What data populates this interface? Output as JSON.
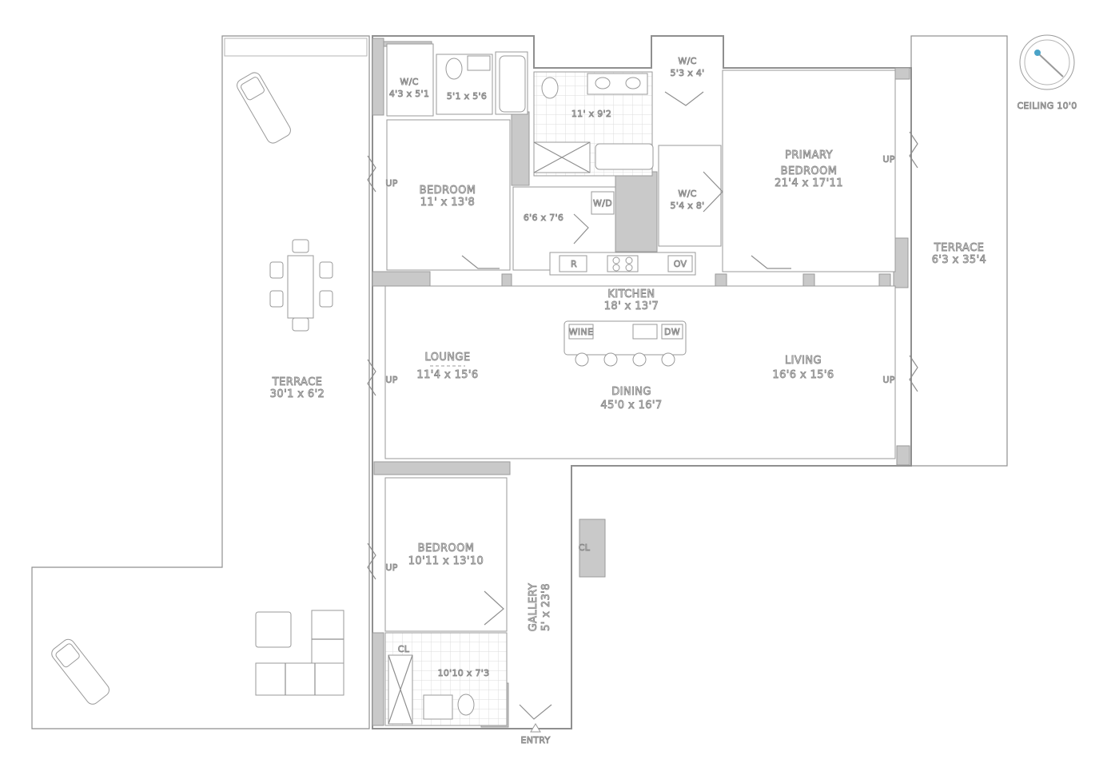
{
  "rooms": {
    "terrace_west": {
      "name": "TERRACE",
      "dims": "30'1 x 6'2"
    },
    "terrace_east": {
      "name": "TERRACE",
      "dims": "6'3 x 35'4"
    },
    "wic_1": {
      "name": "W/C",
      "dims": "4'3 x 5'1"
    },
    "bath_1": {
      "name": "",
      "dims": "5'1 x 5'6"
    },
    "bath_primary": {
      "name": "",
      "dims": "11' x 9'2"
    },
    "wic_2": {
      "name": "W/C",
      "dims": "5'3 x 4'"
    },
    "bedroom_1": {
      "name": "BEDROOM",
      "dims": "11' x 13'8"
    },
    "laundry": {
      "name": "",
      "dims": "6'6 x 7'6"
    },
    "wic_3": {
      "name": "W/C",
      "dims": "5'4 x 8'"
    },
    "primary": {
      "name": "PRIMARY",
      "name2": "BEDROOM",
      "dims": "21'4 x 17'11"
    },
    "kitchen": {
      "name": "KITCHEN",
      "dims": "18' x 13'7"
    },
    "lounge": {
      "name": "LOUNGE",
      "dims": "11'4 x 15'6"
    },
    "living": {
      "name": "LIVING",
      "dims": "16'6 x 15'6"
    },
    "dining": {
      "name": "DINING",
      "dims": "45'0 x 16'7"
    },
    "bedroom_2": {
      "name": "BEDROOM",
      "dims": "10'11 x 13'10"
    },
    "bath_2": {
      "name": "",
      "dims": "10'10 x 7'3"
    },
    "gallery": {
      "name": "GALLERY",
      "dims": "5' x 23'8"
    }
  },
  "fixtures": {
    "wd": "W/D",
    "ref": "R",
    "ov": "OV",
    "dw": "DW",
    "cl": "CL",
    "up": "UP"
  },
  "entry": "ENTRY",
  "compass": {
    "label": "CEILING 10'0",
    "accent": "#4aa3c8"
  },
  "colors": {
    "wall_fill": "#c9c9c9",
    "outline": "#9a9a9a",
    "label_stroke": "#8a8a8a"
  }
}
